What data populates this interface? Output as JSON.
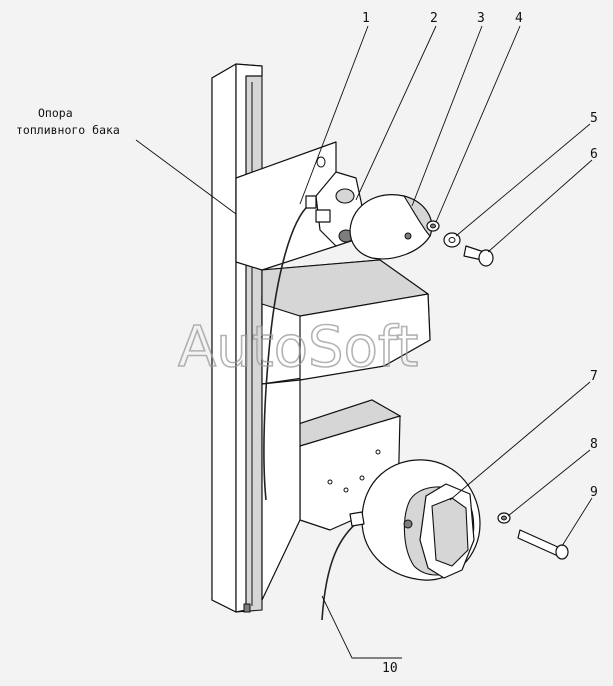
{
  "caption": {
    "line1": "Опора",
    "line2": "топливного бака"
  },
  "callouts": [
    "1",
    "2",
    "3",
    "4",
    "5",
    "6",
    "7",
    "8",
    "9",
    "10"
  ],
  "watermark": "AutoSoft"
}
